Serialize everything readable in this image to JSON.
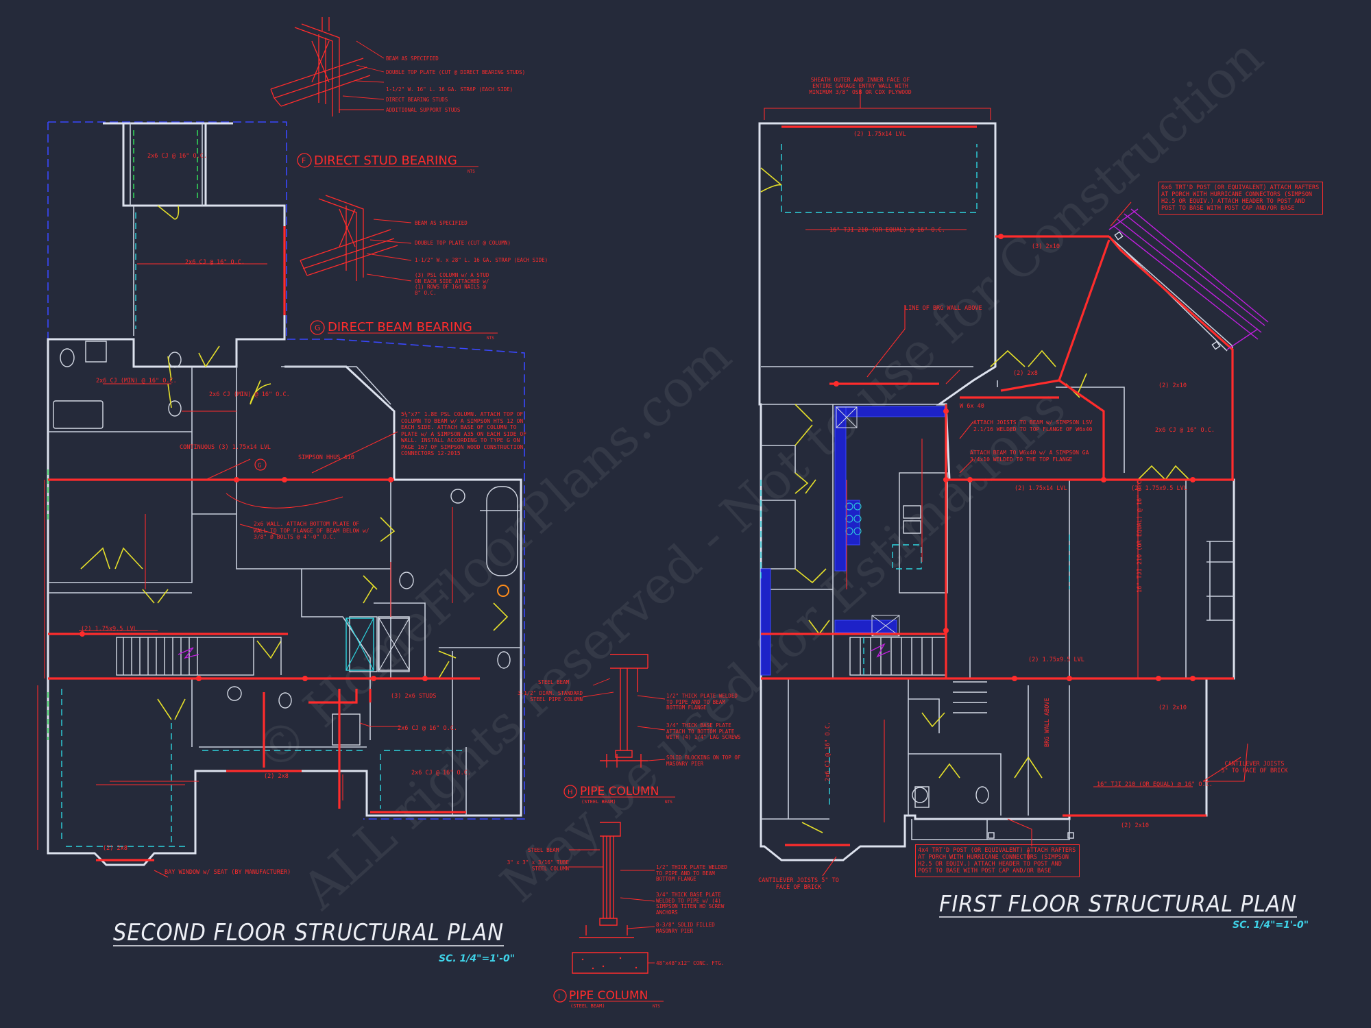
{
  "watermark": {
    "line1": "© HomeFloorPlans.com",
    "line2": "ALL rights reserved - Not to use for Construction",
    "line3": "May be used for Estimations"
  },
  "second_floor": {
    "title": "SECOND FLOOR STRUCTURAL PLAN",
    "scale": "SC. 1/4\"=1'-0\"",
    "labels": [
      "2x6 CJ @ 16\" O.C.",
      "2x6 CJ @ 16\" O.C.",
      "2x6 CJ (MIN) @ 16\" O.C.",
      "2x6 CJ (MIN) @ 16\" O.C.",
      "CONTINUOUS (3) 1.75x14 LVL",
      "SIMPSON HHUS 410",
      "2x6 CJ @ 16\" O.C.",
      "2x6 CJ @ 16\" O.C.",
      "(2) 1.75x9.5 LVL",
      "(3) 2x6 STUDS",
      "(2) 2x8",
      "(2) 2x8",
      "BAY WINDOW w/ SEAT (BY MANUFACTURER)"
    ],
    "note_psl": "5¼\"x7\" 1.8E PSL COLUMN. ATTACH TOP OF COLUMN TO BEAM w/ A SIMPSON HTS 12 ON EACH SIDE. ATTACH BASE OF COLUMN TO PLATE w/ A SIMPSON A35 ON EACH SIDE OF WALL. INSTALL ACCORDING TO TYPE G ON PAGE 167 OF SIMPSON WOOD CONSTRUCTION CONNECTORS 12-2015",
    "note_wall": "2x6 WALL. ATTACH BOTTOM PLATE OF WALL TO TOP FLANGE OF BEAM BELOW w/ 3/8\" Ø BOLTS @ 4'-0\" O.C."
  },
  "first_floor": {
    "title": "FIRST FLOOR STRUCTURAL PLAN",
    "scale": "SC. 1/4\"=1'-0\"",
    "note_sheath": "SHEATH OUTER AND INNER FACE OF ENTIRE GARAGE ENTRY WALL WITH MINIMUM 3/8\" OSB OR CDX PLYWOOD",
    "note_post": "6x6 TRT'D POST (OR EQUIVALENT) ATTACH RAFTERS AT PORCH WITH HURRICANE CONNECTORS (SIMPSON H2.5 OR EQUIV.) ATTACH HEADER TO POST AND POST TO BASE WITH POST CAP AND/OR BASE",
    "note_post_front": "4x4 TRT'D POST (OR EQUIVALENT) ATTACH RAFTERS AT PORCH WITH HURRICANE CONNECTORS (SIMPSON H2.5 OR EQUIV.) ATTACH HEADER TO POST AND POST TO BASE WITH POST CAP AND/OR BASE",
    "note_joists": "ATTACH JOISTS TO BEAM w/ SIMPSON LSV 2.1/16 WELDED TO TOP FLANGE OF W6x40",
    "note_beam": "ATTACH BEAM TO W6x40 w/ A SIMPSON GA 3/4x10 WELDED TO THE TOP FLANGE",
    "note_cantilever_r": "CANTILEVER JOISTS 5\" TO FACE OF BRICK",
    "note_cantilever_l": "CANTILEVER JOISTS 5\" TO FACE OF BRICK",
    "labels": [
      "(2) 1.75x14 LVL",
      "16\" TJI 210 (OR EQUAL) @ 16\" O.C.",
      "LINE OF BRG WALL ABOVE",
      "(3) 2x10",
      "(2) 2x10",
      "(2) 2x8",
      "W 6x 40",
      "2x6 CJ @ 16\" O.C.",
      "(2) 1.75x14 LVL",
      "(2) 1.75x9.5 LVL",
      "16\" TJI 210 (OR EQUAL) @ 16\" O.C.",
      "(2) 1.75x9.5 LVL",
      "BRG WALL ABOVE",
      "(2) 2x10",
      "16\" TJI 210 (OR EQUAL) @ 16\" O.C.",
      "(2) 2x10",
      "2x6 CJ @ 16\" O.C."
    ]
  },
  "details": {
    "stud": {
      "title": "DIRECT STUD BEARING",
      "marker": "F",
      "nts": "NTS",
      "notes": [
        "BEAM AS SPECIFIED",
        "DOUBLE TOP PLATE (CUT @ DIRECT BEARING STUDS)",
        "1-1/2\" W. 16\" L. 16 GA. STRAP (EACH SIDE)",
        "DIRECT BEARING STUDS",
        "ADDITIONAL SUPPORT STUDS"
      ]
    },
    "beam": {
      "title": "DIRECT BEAM BEARING",
      "marker": "G",
      "nts": "NTS",
      "notes": [
        "BEAM AS SPECIFIED",
        "DOUBLE TOP PLATE (CUT @ COLUMN)",
        "1-1/2\" W. x 28\" L. 16 GA. STRAP (EACH SIDE)",
        "(3) PSL COLUMN w/ A STUD ON EACH SIDE ATTACHED w/ (1) ROWS OF 16d NAILS @ 8\" O.C."
      ]
    },
    "pipe_h": {
      "title": "PIPE COLUMN",
      "subtitle": "(STEEL BEAM)",
      "marker": "H",
      "nts": "NTS",
      "notes": [
        "STEEL BEAM",
        "3-1/2\" DIAM. STANDARD STEEL PIPE COLUMN",
        "1/2\" THICK PLATE WELDED TO PIPE AND TO BEAM BOTTOM FLANGE",
        "3/4\" THICK BASE PLATE ATTACH TO BOTTOM PLATE WITH (4) 1/4\" LAG SCREWS",
        "SOLID BLOCKING ON TOP OF MASONRY PIER"
      ]
    },
    "pipe_i": {
      "title": "PIPE COLUMN",
      "subtitle": "(STEEL BEAM)",
      "marker": "I",
      "nts": "NTS",
      "notes": [
        "STEEL BEAM",
        "3\" x 3\" x 3/16\" TUBE STEEL COLUMN",
        "1/2\" THICK PLATE WELDED TO PIPE AND TO BEAM BOTTOM FLANGE",
        "3/4\" THICK BASE PLATE WELDED TO PIPE w/ (4) SIMPSON TITEN HD SCREW ANCHORS",
        "8-3/8\" SOLID FILLED MASONRY PIER",
        "48\"x48\"x12\" CONC. FTG."
      ]
    }
  }
}
